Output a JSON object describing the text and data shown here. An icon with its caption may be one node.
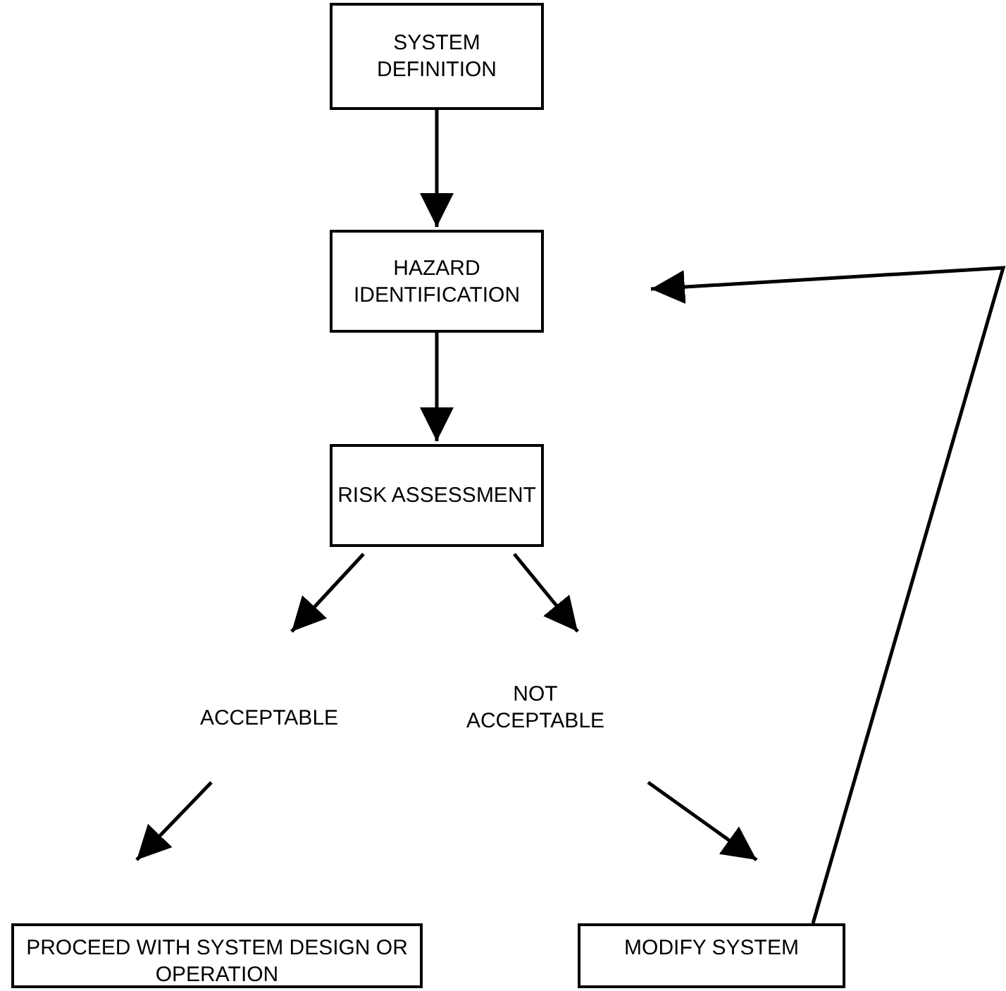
{
  "diagram": {
    "nodes": [
      {
        "text": [
          "SYSTEM DEFINITION"
        ]
      },
      {
        "text": [
          "HAZARD IDENTIFICATION"
        ]
      },
      {
        "text": [
          "RISK ASSESSMENT"
        ]
      },
      {
        "text": [
          "ACCEPTABLE"
        ]
      },
      {
        "text": [
          "NOT ACCEPTABLE"
        ]
      },
      {
        "text": [
          "PROCEED WITH SYSTEM DESIGN OR OPERATION"
        ]
      },
      {
        "text": [
          "MODIFY SYSTEM"
        ]
      }
    ],
    "edges": [
      {
        "from": 0,
        "to": 1,
        "arrow": "to"
      },
      {
        "from": 1,
        "to": 2,
        "arrow": "to"
      },
      {
        "from": 2,
        "to": 3,
        "arrow": "to"
      },
      {
        "from": 2,
        "to": 4,
        "arrow": "to"
      },
      {
        "from": 3,
        "to": 5,
        "arrow": "to"
      },
      {
        "from": 4,
        "to": 6,
        "arrow": "to"
      },
      {
        "from": 6,
        "to": 1,
        "arrow": "to"
      }
    ]
  }
}
